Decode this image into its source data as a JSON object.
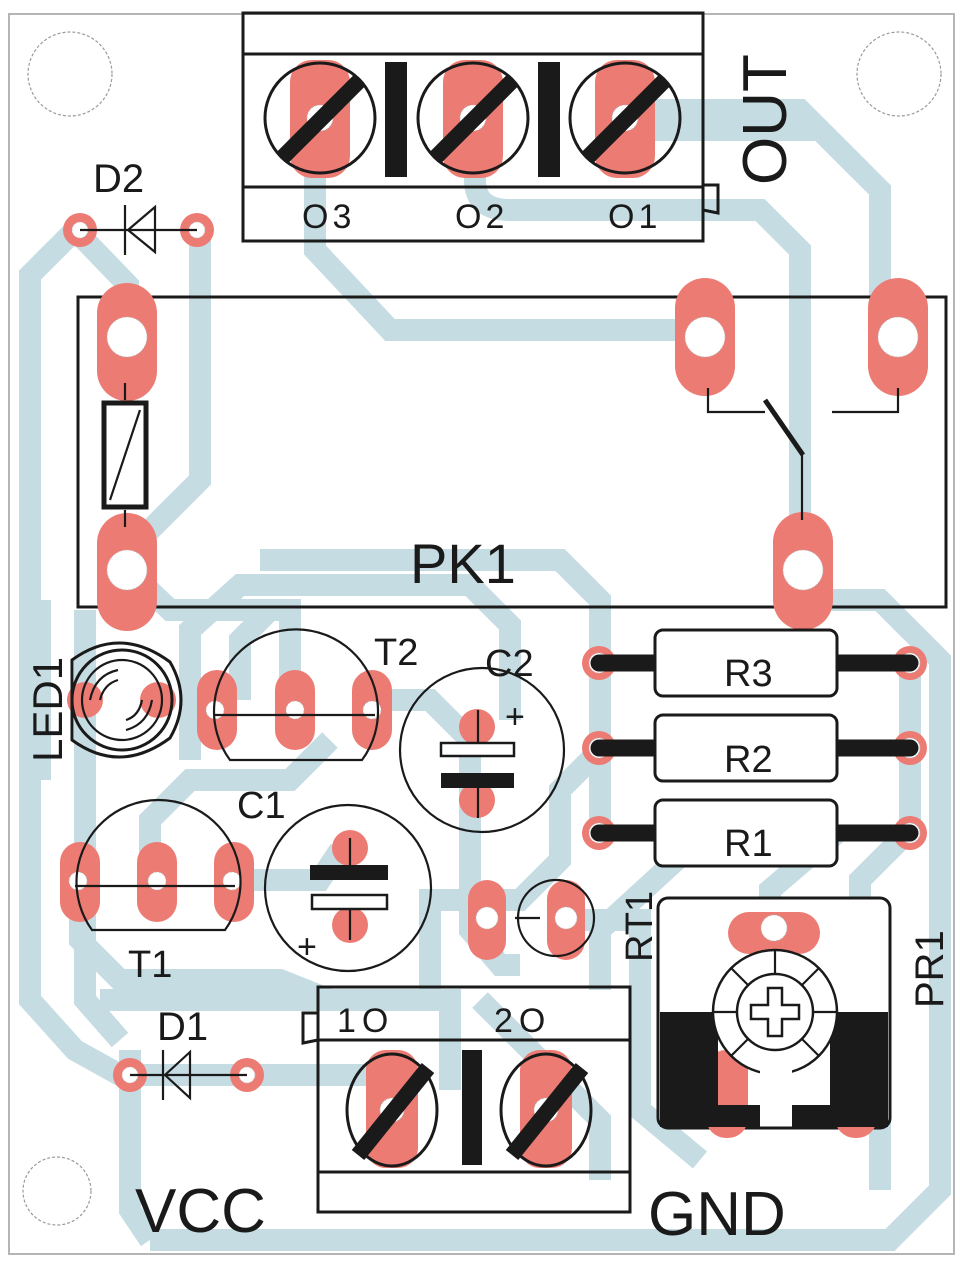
{
  "board": {
    "colors": {
      "trace": "#c6dce3",
      "pad": "#ec7b73",
      "silkscreen": "#1a1a1a",
      "background": "#ffffff",
      "outline": "#b5b5b5"
    }
  },
  "labels": {
    "out": "OUT",
    "o3": "O3",
    "o2": "O2",
    "o1": "O1",
    "d2": "D2",
    "d1": "D1",
    "pk1": "PK1",
    "led1": "LED1",
    "t2": "T2",
    "t1": "T1",
    "c2": "C2",
    "c1": "C1",
    "r3": "R3",
    "r2": "R2",
    "r1": "R1",
    "rt1": "RT1",
    "pr1": "PR1",
    "in1": "1O",
    "in2": "2O",
    "vcc": "VCC",
    "gnd": "GND",
    "plus": "+"
  },
  "components": [
    {
      "ref": "D2",
      "type": "diode"
    },
    {
      "ref": "D1",
      "type": "diode"
    },
    {
      "ref": "PK1",
      "type": "relay"
    },
    {
      "ref": "LED1",
      "type": "led"
    },
    {
      "ref": "T1",
      "type": "transistor"
    },
    {
      "ref": "T2",
      "type": "transistor"
    },
    {
      "ref": "C1",
      "type": "electrolytic-capacitor"
    },
    {
      "ref": "C2",
      "type": "electrolytic-capacitor"
    },
    {
      "ref": "R1",
      "type": "resistor"
    },
    {
      "ref": "R2",
      "type": "resistor"
    },
    {
      "ref": "R3",
      "type": "resistor"
    },
    {
      "ref": "RT1",
      "type": "thermistor"
    },
    {
      "ref": "PR1",
      "type": "trimmer-potentiometer"
    },
    {
      "ref": "OUT",
      "type": "terminal-block-3"
    },
    {
      "ref": "VCC/GND",
      "type": "terminal-block-2"
    }
  ]
}
